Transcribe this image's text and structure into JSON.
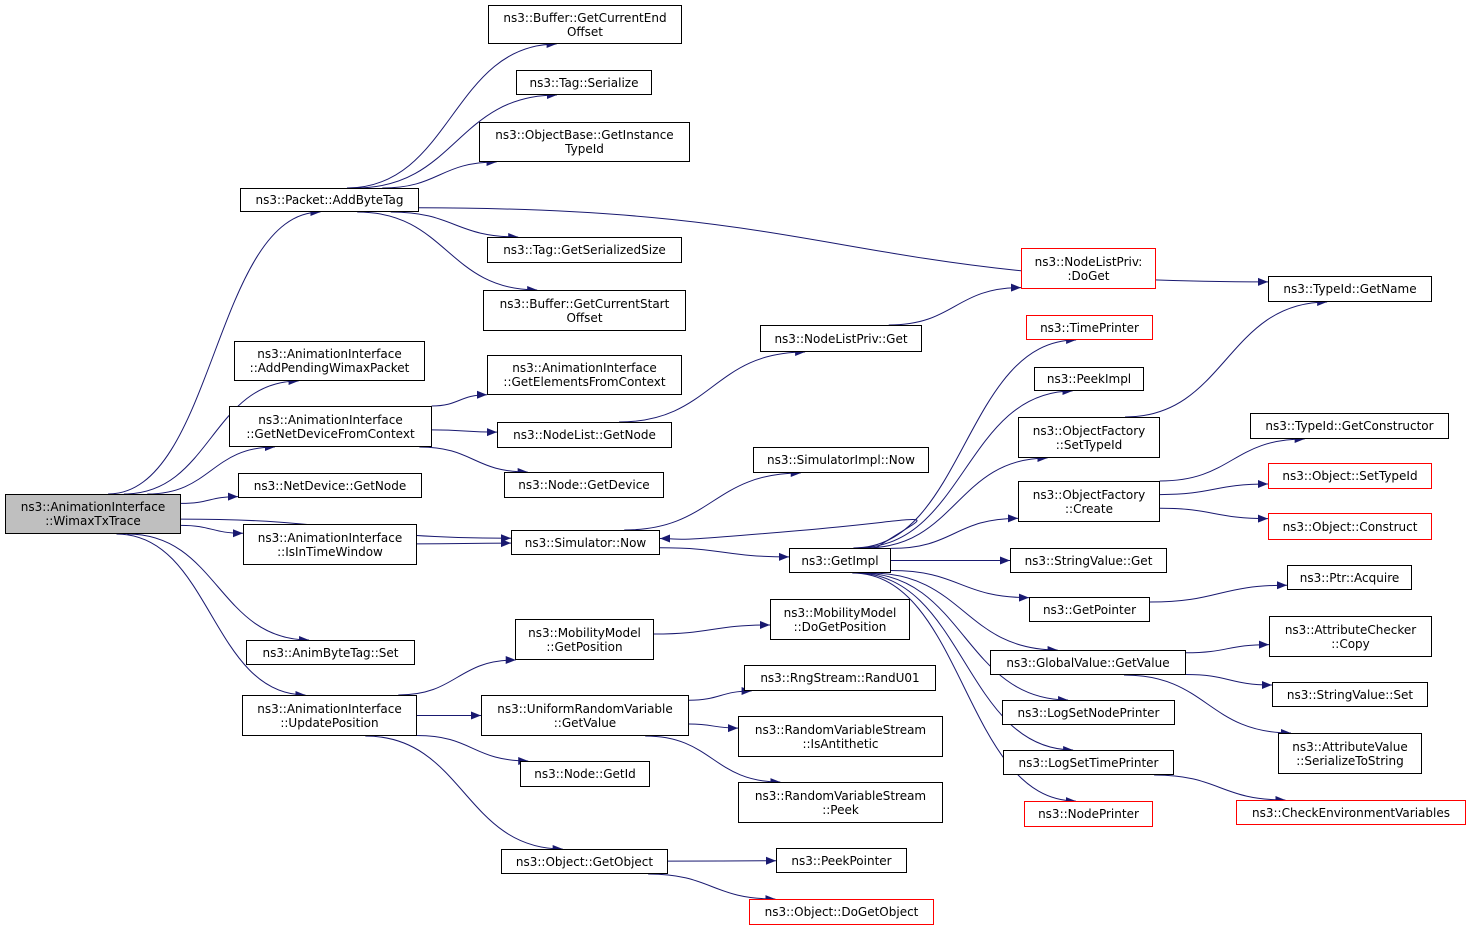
{
  "graph": {
    "edge_color": "#191970",
    "root_fill": "#bfbfbf",
    "truncated_border": "#ff0000",
    "nodes": [
      {
        "id": "root",
        "label": "ns3::AnimationInterface\n::WimaxTxTrace",
        "root": true
      },
      {
        "id": "addByteTag",
        "label": "ns3::Packet::AddByteTag"
      },
      {
        "id": "bufEnd",
        "label": "ns3::Buffer::GetCurrentEnd\nOffset"
      },
      {
        "id": "tagSer",
        "label": "ns3::Tag::Serialize"
      },
      {
        "id": "objInst",
        "label": "ns3::ObjectBase::GetInstance\nTypeId"
      },
      {
        "id": "tagSize",
        "label": "ns3::Tag::GetSerializedSize"
      },
      {
        "id": "bufStart",
        "label": "ns3::Buffer::GetCurrentStart\nOffset"
      },
      {
        "id": "typeGetName",
        "label": "ns3::TypeId::GetName"
      },
      {
        "id": "addPending",
        "label": "ns3::AnimationInterface\n::AddPendingWimaxPacket"
      },
      {
        "id": "getNetDev",
        "label": "ns3::AnimationInterface\n::GetNetDeviceFromContext"
      },
      {
        "id": "getElems",
        "label": "ns3::AnimationInterface\n::GetElementsFromContext"
      },
      {
        "id": "nlGetNode",
        "label": "ns3::NodeList::GetNode"
      },
      {
        "id": "nodeGetDev",
        "label": "ns3::Node::GetDevice"
      },
      {
        "id": "nlpGet",
        "label": "ns3::NodeListPriv::Get"
      },
      {
        "id": "nlpDoGet",
        "label": "ns3::NodeListPriv:\n:DoGet",
        "trunc": true
      },
      {
        "id": "ndGetNode",
        "label": "ns3::NetDevice::GetNode"
      },
      {
        "id": "isInTime",
        "label": "ns3::AnimationInterface\n::IsInTimeWindow"
      },
      {
        "id": "simNow",
        "label": "ns3::Simulator::Now"
      },
      {
        "id": "simImplNow",
        "label": "ns3::SimulatorImpl::Now"
      },
      {
        "id": "getImpl",
        "label": "ns3::GetImpl"
      },
      {
        "id": "timePrinter",
        "label": "ns3::TimePrinter",
        "trunc": true
      },
      {
        "id": "peekImpl",
        "label": "ns3::PeekImpl"
      },
      {
        "id": "ofSetType",
        "label": "ns3::ObjectFactory\n::SetTypeId"
      },
      {
        "id": "ofCreate",
        "label": "ns3::ObjectFactory\n::Create"
      },
      {
        "id": "strGet",
        "label": "ns3::StringValue::Get"
      },
      {
        "id": "getPointer",
        "label": "ns3::GetPointer"
      },
      {
        "id": "gvGetValue",
        "label": "ns3::GlobalValue::GetValue"
      },
      {
        "id": "logNode",
        "label": "ns3::LogSetNodePrinter"
      },
      {
        "id": "logTime",
        "label": "ns3::LogSetTimePrinter"
      },
      {
        "id": "nodePrinter",
        "label": "ns3::NodePrinter",
        "trunc": true
      },
      {
        "id": "typeGetCtor",
        "label": "ns3::TypeId::GetConstructor"
      },
      {
        "id": "objSetType",
        "label": "ns3::Object::SetTypeId",
        "trunc": true
      },
      {
        "id": "objConstruct",
        "label": "ns3::Object::Construct",
        "trunc": true
      },
      {
        "id": "ptrAcquire",
        "label": "ns3::Ptr::Acquire"
      },
      {
        "id": "attrCopy",
        "label": "ns3::AttributeChecker\n::Copy"
      },
      {
        "id": "strSet",
        "label": "ns3::StringValue::Set"
      },
      {
        "id": "attrSer",
        "label": "ns3::AttributeValue\n::SerializeToString"
      },
      {
        "id": "checkEnv",
        "label": "ns3::CheckEnvironmentVariables",
        "trunc": true
      },
      {
        "id": "animSet",
        "label": "ns3::AnimByteTag::Set"
      },
      {
        "id": "updPos",
        "label": "ns3::AnimationInterface\n::UpdatePosition"
      },
      {
        "id": "mobGetPos",
        "label": "ns3::MobilityModel\n::GetPosition"
      },
      {
        "id": "mobDoGetPos",
        "label": "ns3::MobilityModel\n::DoGetPosition"
      },
      {
        "id": "urvGetValue",
        "label": "ns3::UniformRandomVariable\n::GetValue"
      },
      {
        "id": "rngRand",
        "label": "ns3::RngStream::RandU01"
      },
      {
        "id": "rvsAnti",
        "label": "ns3::RandomVariableStream\n::IsAntithetic"
      },
      {
        "id": "rvsPeek",
        "label": "ns3::RandomVariableStream\n::Peek"
      },
      {
        "id": "nodeGetId",
        "label": "ns3::Node::GetId"
      },
      {
        "id": "objGetObj",
        "label": "ns3::Object::GetObject"
      },
      {
        "id": "peekPtr",
        "label": "ns3::PeekPointer"
      },
      {
        "id": "objDoGet",
        "label": "ns3::Object::DoGetObject",
        "trunc": true
      }
    ],
    "edges": [
      [
        "root",
        "addByteTag"
      ],
      [
        "root",
        "addPending"
      ],
      [
        "root",
        "getNetDev"
      ],
      [
        "root",
        "ndGetNode"
      ],
      [
        "root",
        "isInTime"
      ],
      [
        "root",
        "simNow"
      ],
      [
        "root",
        "animSet"
      ],
      [
        "root",
        "updPos"
      ],
      [
        "addByteTag",
        "bufEnd"
      ],
      [
        "addByteTag",
        "tagSer"
      ],
      [
        "addByteTag",
        "objInst"
      ],
      [
        "addByteTag",
        "typeGetName"
      ],
      [
        "addByteTag",
        "tagSize"
      ],
      [
        "addByteTag",
        "bufStart"
      ],
      [
        "getNetDev",
        "getElems"
      ],
      [
        "getNetDev",
        "nlGetNode"
      ],
      [
        "getNetDev",
        "nodeGetDev"
      ],
      [
        "nlGetNode",
        "nlpGet"
      ],
      [
        "nlpGet",
        "nlpDoGet"
      ],
      [
        "isInTime",
        "simNow"
      ],
      [
        "simNow",
        "simImplNow"
      ],
      [
        "simNow",
        "getImpl"
      ],
      [
        "getImpl",
        "simNow"
      ],
      [
        "getImpl",
        "timePrinter"
      ],
      [
        "getImpl",
        "peekImpl"
      ],
      [
        "getImpl",
        "ofSetType"
      ],
      [
        "getImpl",
        "ofCreate"
      ],
      [
        "getImpl",
        "strGet"
      ],
      [
        "getImpl",
        "getPointer"
      ],
      [
        "getImpl",
        "gvGetValue"
      ],
      [
        "getImpl",
        "logNode"
      ],
      [
        "getImpl",
        "logTime"
      ],
      [
        "getImpl",
        "nodePrinter"
      ],
      [
        "ofSetType",
        "typeGetName"
      ],
      [
        "ofCreate",
        "typeGetCtor"
      ],
      [
        "ofCreate",
        "objSetType"
      ],
      [
        "ofCreate",
        "objConstruct"
      ],
      [
        "getPointer",
        "ptrAcquire"
      ],
      [
        "gvGetValue",
        "attrCopy"
      ],
      [
        "gvGetValue",
        "strSet"
      ],
      [
        "gvGetValue",
        "attrSer"
      ],
      [
        "logTime",
        "checkEnv"
      ],
      [
        "updPos",
        "mobGetPos"
      ],
      [
        "updPos",
        "urvGetValue"
      ],
      [
        "updPos",
        "nodeGetId"
      ],
      [
        "updPos",
        "objGetObj"
      ],
      [
        "mobGetPos",
        "mobDoGetPos"
      ],
      [
        "urvGetValue",
        "rngRand"
      ],
      [
        "urvGetValue",
        "rvsAnti"
      ],
      [
        "urvGetValue",
        "rvsPeek"
      ],
      [
        "objGetObj",
        "peekPtr"
      ],
      [
        "objGetObj",
        "objDoGet"
      ]
    ]
  }
}
